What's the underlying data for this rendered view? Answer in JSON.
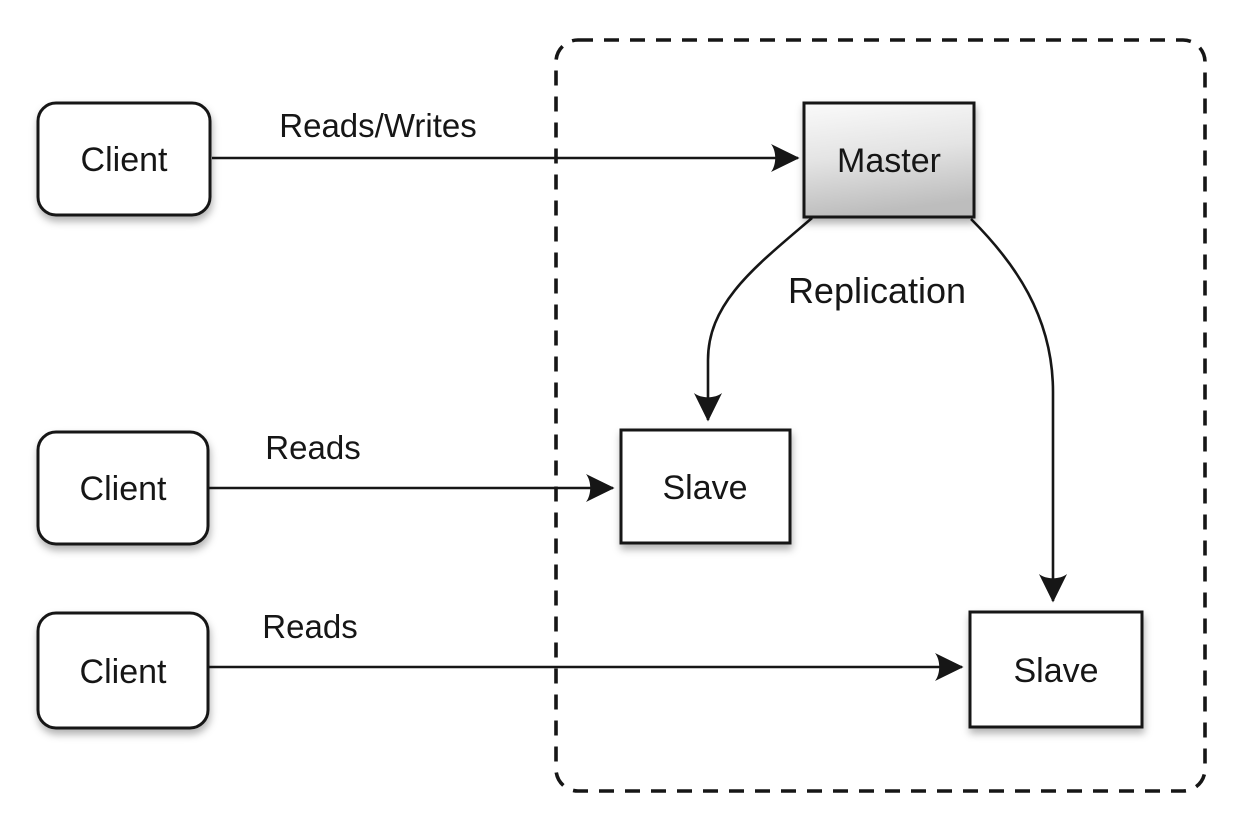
{
  "diagram": {
    "type": "architecture-diagram",
    "topic": "master-slave-replication"
  },
  "nodes": {
    "client1": {
      "label": "Client",
      "shape": "rounded-rectangle"
    },
    "client2": {
      "label": "Client",
      "shape": "rounded-rectangle"
    },
    "client3": {
      "label": "Client",
      "shape": "rounded-rectangle"
    },
    "master": {
      "label": "Master",
      "shape": "rectangle"
    },
    "slave1": {
      "label": "Slave",
      "shape": "rectangle"
    },
    "slave2": {
      "label": "Slave",
      "shape": "rectangle"
    }
  },
  "edges": {
    "reads_writes": {
      "label": "Reads/Writes",
      "from": "client1",
      "to": "master"
    },
    "reads_top": {
      "label": "Reads",
      "from": "client2",
      "to": "slave1"
    },
    "reads_bottom": {
      "label": "Reads",
      "from": "client3",
      "to": "slave2"
    },
    "replication": {
      "label": "Replication",
      "from": "master",
      "to": "slave1 and slave2"
    }
  },
  "boundary": {
    "style": "dashed-rounded-rectangle",
    "contains": "master and slaves"
  },
  "colors": {
    "background": "#ffffff",
    "stroke": "#161616",
    "text": "#161616",
    "node_fill": "#ffffff",
    "master_gradient_top": "#fafafa",
    "master_gradient_mid": "#e4e4e4",
    "master_gradient_bottom": "#bdbdbd"
  }
}
